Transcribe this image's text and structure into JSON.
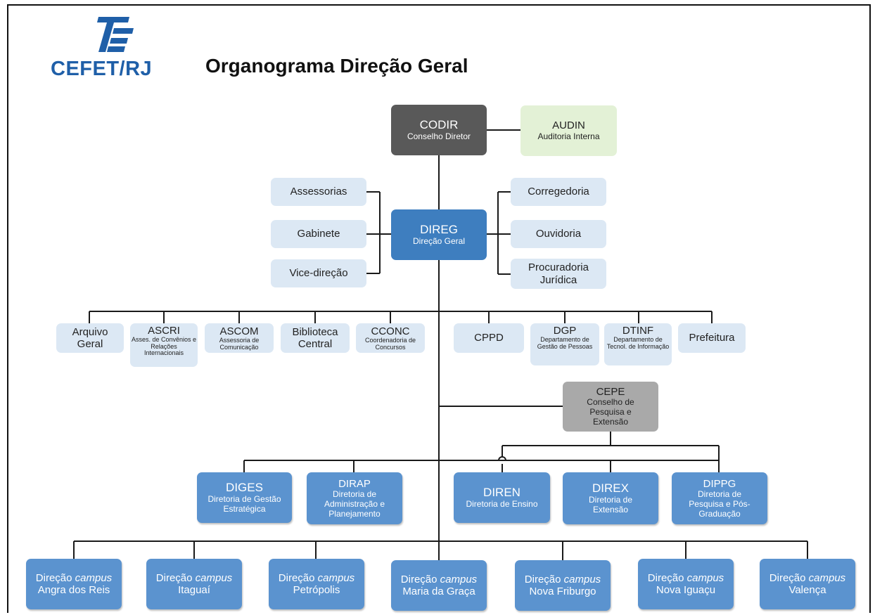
{
  "header": {
    "brand": "CEFET/RJ",
    "title": "Organograma Direção Geral"
  },
  "codir": {
    "acronym": "CODIR",
    "name": "Conselho Diretor"
  },
  "audin": {
    "acronym": "AUDIN",
    "name": "Auditoria Interna"
  },
  "direg": {
    "acronym": "DIREG",
    "name": "Direção Geral"
  },
  "left_units": [
    "Assessorias",
    "Gabinete",
    "Vice-direção"
  ],
  "right_units": [
    "Corregedoria",
    "Ouvidoria",
    "Procuradoria Jurídica"
  ],
  "row_units": [
    {
      "acronym": "Arquivo Geral",
      "name": ""
    },
    {
      "acronym": "ASCRI",
      "name": "Asses. de Convênios e Relações Internacionais"
    },
    {
      "acronym": "ASCOM",
      "name": "Assessoria de Comunicação"
    },
    {
      "acronym": "Biblioteca Central",
      "name": ""
    },
    {
      "acronym": "CCONC",
      "name": "Coordenadoria de Concursos"
    },
    {
      "acronym": "CPPD",
      "name": ""
    },
    {
      "acronym": "DGP",
      "name": "Departamento de Gestão de Pessoas"
    },
    {
      "acronym": "DTINF",
      "name": "Departamento de Tecnol. de Informação"
    },
    {
      "acronym": "Prefeitura",
      "name": ""
    }
  ],
  "cepe": {
    "acronym": "CEPE",
    "name": "Conselho de Pesquisa e Extensão"
  },
  "directorates": [
    {
      "acronym": "DIGES",
      "name": "Diretoria de Gestão Estratégica"
    },
    {
      "acronym": "DIRAP",
      "name": "Diretoria de Administração e Planejamento"
    },
    {
      "acronym": "DIREN",
      "name": "Diretoria de Ensino"
    },
    {
      "acronym": "DIREX",
      "name": "Diretoria de Extensão"
    },
    {
      "acronym": "DIPPG",
      "name": "Diretoria de Pesquisa e Pós-Graduação"
    }
  ],
  "campus_prefix": "Direção",
  "campus_word": "campus",
  "campuses": [
    "Angra dos Reis",
    "Itaguaí",
    "Petrópolis",
    "Maria da Graça",
    "Nova Friburgo",
    "Nova Iguaçu",
    "Valença"
  ],
  "colors": {
    "brand": "#1f5fa8",
    "dark_blue": "#3e7ebf",
    "mid_blue": "#5b93cf",
    "light_blue": "#dce8f4",
    "dark_gray": "#595959",
    "gray": "#a9a9a9",
    "light_green": "#e3f1d6"
  }
}
